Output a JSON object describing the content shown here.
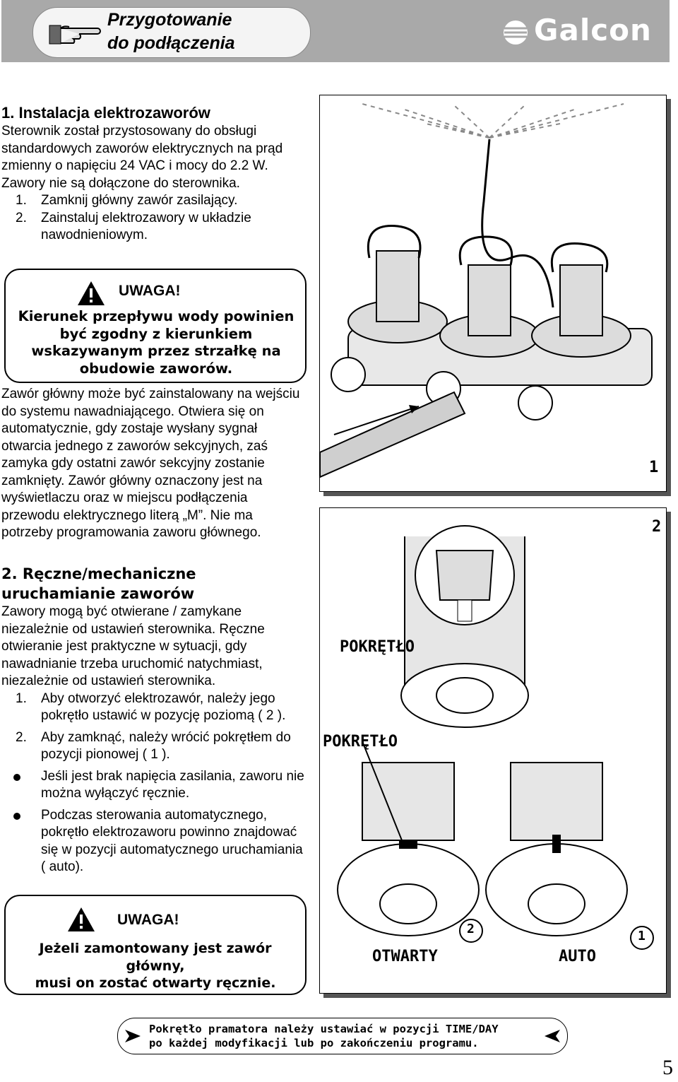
{
  "header": {
    "title_line1": "Przygotowanie",
    "title_line2": "do podłączenia",
    "brand": "Galcon",
    "accent_color": "#a9a9a9"
  },
  "section1": {
    "heading": "1. Instalacja elektrozaworów",
    "intro": "Sterownik został przystosowany do obsługi standardowych zaworów elektrycznych na prąd zmienny o napięciu 24 VAC i mocy do 2.2 W.",
    "note": "Zawory nie są dołączone do sterownika.",
    "steps": [
      {
        "num": "1.",
        "text": "Zamknij główny zawór zasilający."
      },
      {
        "num": "2.",
        "text": "Zainstaluj elektrozawory w układzie nawodnieniowym."
      }
    ],
    "warning_title": "UWAGA!",
    "warning_text": "Kierunek przepływu wody powinien być zgodny z kierunkiem wskazywanym przez strzałkę na obudowie zaworów.",
    "main_valve": "Zawór główny może być zainstalowany na wejściu do systemu nawadniającego. Otwiera się on automatycznie, gdy zostaje wysłany sygnał otwarcia jednego z zaworów sekcyjnych, zaś zamyka gdy ostatni zawór sekcyjny zostanie zamknięty. Zawór główny oznaczony jest na wyświetlaczu oraz w miejscu podłączenia przewodu elektrycznego literą „M”. Nie ma potrzeby programowania zaworu głównego."
  },
  "section2": {
    "heading": "2. Ręczne/mechaniczne uruchamianie zaworów",
    "intro": "Zawory mogą być otwierane / zamykane niezależnie od ustawień sterownika. Ręczne otwieranie jest praktyczne w sytuacji, gdy nawadnianie trzeba uruchomić natychmiast, niezależnie od ustawień sterownika.",
    "steps": [
      {
        "num": "1.",
        "text": "Aby otworzyć elektrozawór, należy jego pokrętło ustawić w pozycję poziomą ( 2 )."
      },
      {
        "num": "2.",
        "text": "Aby zamknąć, należy wrócić pokrętłem do pozycji pionowej ( 1 )."
      }
    ],
    "bullets": [
      "Jeśli jest brak napięcia zasilania, zaworu nie można wyłączyć ręcznie.",
      "Podczas sterowania automatycznego, pokrętło elektrozaworu powinno znajdować się w pozycji automatycznego uruchamiania ( auto)."
    ],
    "warning_title": "UWAGA!",
    "warning_line1": "Jeżeli zamontowany jest zawór główny,",
    "warning_line2": "musi on zostać otwarty ręcznie."
  },
  "figure1": {
    "label": "1"
  },
  "figure2": {
    "label": "2",
    "knob_label_top": "POKRĘTŁO",
    "knob_label_bottom": "POKRĘTŁO",
    "open_label": "OTWARTY",
    "auto_label": "AUTO",
    "marker_open": "2",
    "marker_auto": "1"
  },
  "footer": {
    "note_line1": "Pokrętło pramatora należy ustawiać w pozycji TIME/DAY",
    "note_line2": "po każdej modyfikacji lub po zakończeniu programu.",
    "page_number": "5"
  }
}
